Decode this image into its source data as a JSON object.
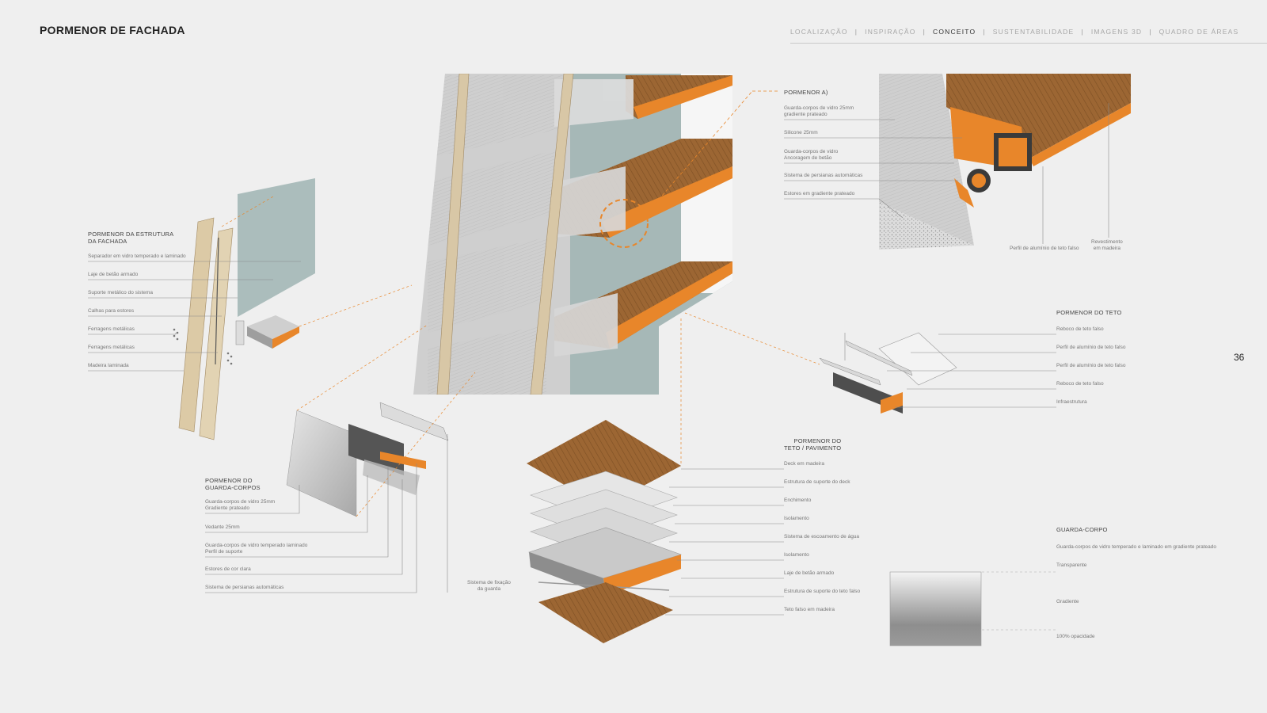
{
  "header": {
    "title": "PORMENOR DE FACHADA",
    "nav": [
      {
        "label": "LOCALIZAÇÃO",
        "active": false
      },
      {
        "label": "INSPIRAÇÃO",
        "active": false
      },
      {
        "label": "CONCEITO",
        "active": true
      },
      {
        "label": "SUSTENTABILIDADE",
        "active": false
      },
      {
        "label": "IMAGENS 3D",
        "active": false
      },
      {
        "label": "QUADRO DE ÁREAS",
        "active": false
      }
    ],
    "nav_separator": "|",
    "page_number": "36"
  },
  "colors": {
    "accent_orange": "#e8862a",
    "wood": "#9c6633",
    "glass": "#9fb4b3",
    "background": "#efefef"
  },
  "estrutura": {
    "title": "PORMENOR DA ESTRUTURA\nDA FACHADA",
    "labels": [
      "Separador em vidro temperado e laminado",
      "Laje de betão armado",
      "Suporte metálico do sistema",
      "Calhas para estores",
      "Ferragens metálicas",
      "Ferragens metálicas",
      "Madeira laminada"
    ]
  },
  "guarda_corpos": {
    "title": "PORMENOR DO\nGUARDA-CORPOS",
    "labels": [
      "Guarda-corpos de vidro 25mm\nGradiente prateado",
      "Vedante 25mm",
      "Guarda-corpos de vidro temperado laminado\nPerfil de suporte",
      "Estores de cor clara",
      "Sistema de persianas automáticas"
    ],
    "fixacao": "Sistema de fixação\nda guarda"
  },
  "detalhe_a": {
    "title": "PORMENOR A)",
    "labels": [
      "Guarda-corpos de vidro 25mm\ngradiente prateado",
      "Silicone 25mm",
      "Guarda-corpos de vidro\nAncoragem de betão",
      "Sistema de persianas automáticas",
      "Estores em gradiente prateado"
    ],
    "bottom_labels": [
      "Perfil de alumínio de teto falso",
      "Revestimento\nem madeira"
    ]
  },
  "teto": {
    "title": "PORMENOR DO TETO",
    "labels": [
      "Reboco de teto falso",
      "Perfil de alumínio de teto falso",
      "Perfil de alumínio de teto falso",
      "Reboco de teto falso",
      "Infraestrutura"
    ]
  },
  "teto_pavimento": {
    "title": "PORMENOR DO\nTETO / PAVIMENTO",
    "labels": [
      "Deck em madeira",
      "Estrutura de suporte do deck",
      "Enchimento",
      "Isolamento",
      "Sistema de escoamento de água",
      "Isolamento",
      "Laje de betão armado",
      "Estrutura de suporte do teto falso",
      "Teto falso em madeira"
    ]
  },
  "guarda_corpo_legend": {
    "title": "GUARDA-CORPO",
    "subtitle": "Guarda-corpos de vidro temperado e laminado em gradiente prateado",
    "levels": [
      "Transparente",
      "Gradiente",
      "100% opacidade"
    ]
  }
}
